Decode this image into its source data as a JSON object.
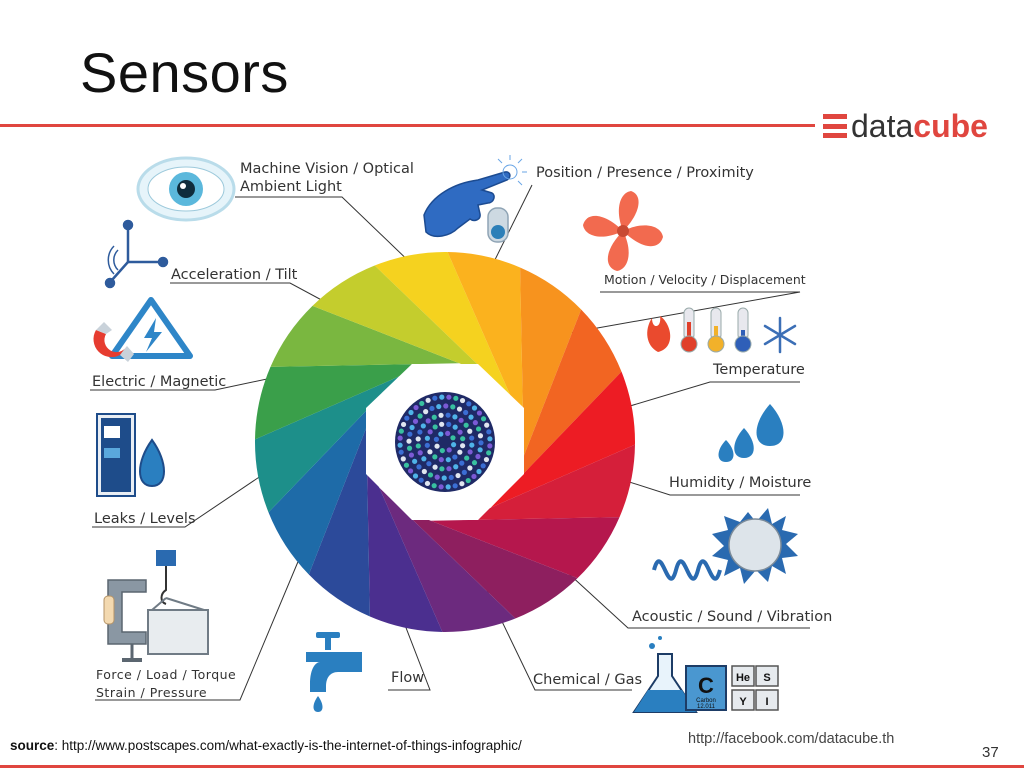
{
  "slide": {
    "title": "Sensors",
    "logo_text_regular": "data",
    "logo_text_bold": "cube",
    "page_number": "37"
  },
  "colors": {
    "accent": "#e0463f",
    "text": "#333333"
  },
  "sensors": [
    {
      "id": "vision",
      "line1": "Machine Vision / Optical",
      "line2": "Ambient Light",
      "icon": "eye-icon"
    },
    {
      "id": "position",
      "line1": "Position / Presence / Proximity",
      "line2": "",
      "icon": "pointing-hand-icon"
    },
    {
      "id": "motion",
      "line1": "Motion / Velocity / Displacement",
      "line2": "",
      "icon": "fan-icon"
    },
    {
      "id": "acceleration",
      "line1": "Acceleration / Tilt",
      "line2": "",
      "icon": "axes-icon"
    },
    {
      "id": "electric",
      "line1": "Electric / Magnetic",
      "line2": "",
      "icon": "magnet-lightning-icon"
    },
    {
      "id": "temperature",
      "line1": "Temperature",
      "line2": "",
      "icon": "thermometer-icon"
    },
    {
      "id": "humidity",
      "line1": "Humidity / Moisture",
      "line2": "",
      "icon": "droplets-icon"
    },
    {
      "id": "leaks",
      "line1": "Leaks / Levels",
      "line2": "",
      "icon": "tank-drop-icon"
    },
    {
      "id": "acoustic",
      "line1": "Acoustic / Sound / Vibration",
      "line2": "",
      "icon": "sound-wave-icon"
    },
    {
      "id": "force",
      "line1": "Force / Load / Torque",
      "line2": "Strain / Pressure",
      "icon": "clamp-weight-icon"
    },
    {
      "id": "flow",
      "line1": "Flow",
      "line2": "",
      "icon": "faucet-icon"
    },
    {
      "id": "chemical",
      "line1": "Chemical / Gas",
      "line2": "",
      "icon": "flask-icon"
    }
  ],
  "periodic_tiles": {
    "carbon_symbol": "C",
    "carbon_name": "Carbon",
    "carbon_mass": "12.011",
    "he": "He",
    "s": "S",
    "y": "Y",
    "i": "I"
  },
  "footer": {
    "source_label": "source",
    "source_url": ": http://www.postscapes.com/what-exactly-is-the-internet-of-things-infographic/",
    "facebook": "http://facebook.com/datacube.th"
  }
}
